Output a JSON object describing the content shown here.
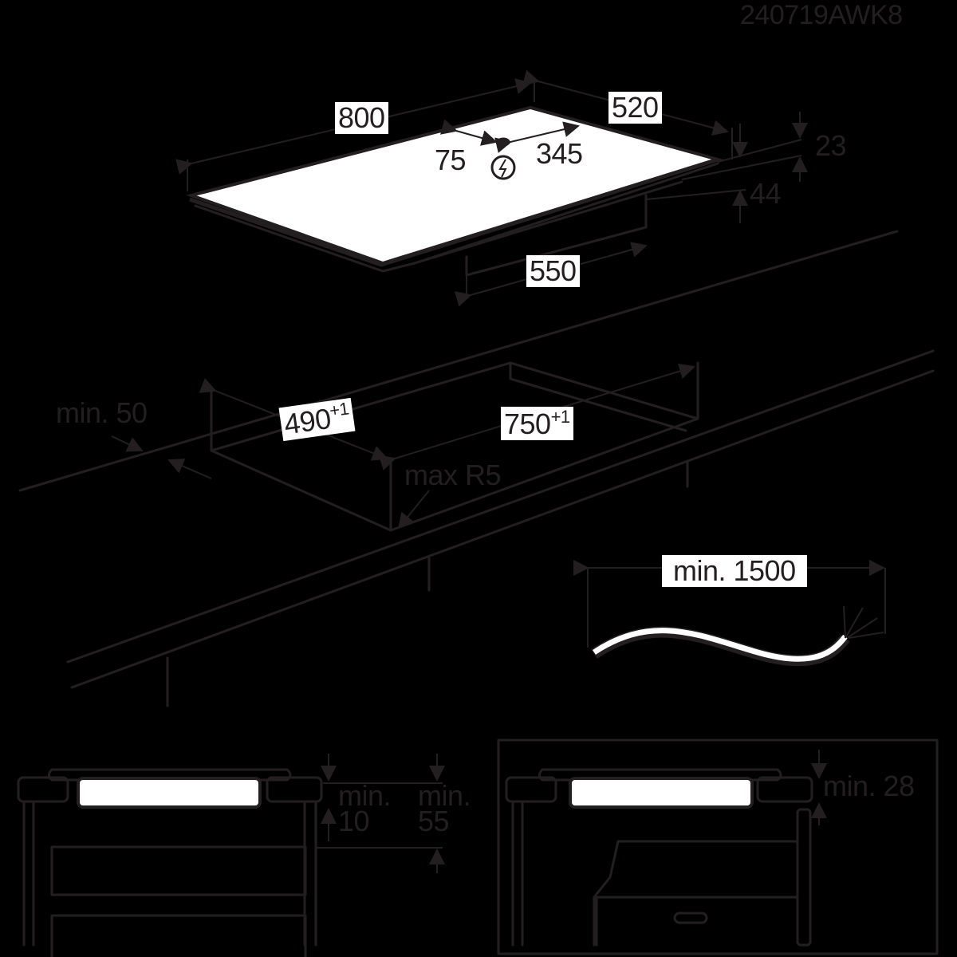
{
  "document_code": "240719AWK8",
  "hob_dimensions": {
    "width": "800",
    "depth": "520",
    "connection_offset_left": "75",
    "connection_offset_right": "345",
    "glass_thickness": "23",
    "total_height": "44",
    "bottom_unit_width": "550"
  },
  "cutout": {
    "depth": "490",
    "depth_tolerance": "+1",
    "width": "750",
    "width_tolerance": "+1",
    "front_clearance": "min. 50",
    "corner_radius": "max R5"
  },
  "cable": {
    "length": "min. 1500"
  },
  "cabinet_drawer": {
    "gap_label_1": "min.",
    "gap_value_1": "10",
    "gap_label_2": "min.",
    "gap_value_2": "55"
  },
  "cabinet_oven": {
    "gap": "min. 28"
  },
  "icons": {
    "electric": "electric-hazard-icon"
  },
  "colors": {
    "background": "#000000",
    "line": "#231f20",
    "fill": "#ffffff"
  }
}
